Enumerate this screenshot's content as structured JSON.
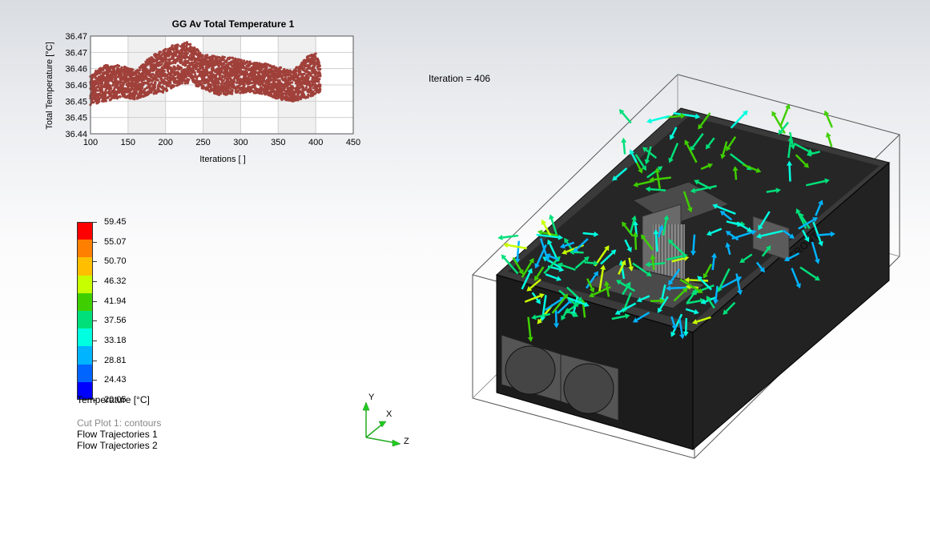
{
  "monitor": {
    "title": "GG Av Total Temperature 1",
    "x_label": "Iterations [ ]",
    "y_label": "Total Temperature [°C]"
  },
  "iteration_text": "Iteration = 406",
  "legend": {
    "title": "Temperature [°C]",
    "values": [
      "59.45",
      "55.07",
      "50.70",
      "46.32",
      "41.94",
      "37.56",
      "33.18",
      "28.81",
      "24.43",
      "20.05"
    ],
    "colors": [
      "#ff0000",
      "#ff7f00",
      "#ffbf00",
      "#c8ff00",
      "#3fcf00",
      "#00e07a",
      "#00ffe0",
      "#00b4ff",
      "#0064ff",
      "#0000ff"
    ]
  },
  "plots": [
    {
      "label": "Cut Plot 1: contours",
      "muted": true
    },
    {
      "label": "Flow Trajectories 1",
      "muted": false
    },
    {
      "label": "Flow Trajectories 2",
      "muted": false
    }
  ],
  "triad": {
    "x": "X",
    "y": "Y",
    "z": "Z"
  },
  "chart_data": {
    "type": "scatter",
    "title": "GG Av Total Temperature 1",
    "xlabel": "Iterations [ ]",
    "ylabel": "Total Temperature [°C]",
    "xlim": [
      100,
      450
    ],
    "ylim": [
      36.44,
      36.47
    ],
    "x_ticks": [
      "100",
      "150",
      "200",
      "250",
      "300",
      "350",
      "400",
      "450"
    ],
    "y_ticks": [
      "36.47",
      "36.47",
      "36.46",
      "36.46",
      "36.45",
      "36.45",
      "36.44"
    ],
    "grid": true,
    "series": [
      {
        "color": "#a0403a",
        "band": [
          {
            "x": 100,
            "ymin": 36.4489,
            "ymax": 36.4583
          },
          {
            "x": 120,
            "ymin": 36.45,
            "ymax": 36.4611
          },
          {
            "x": 140,
            "ymin": 36.4511,
            "ymax": 36.4611
          },
          {
            "x": 160,
            "ymin": 36.4506,
            "ymax": 36.4594
          },
          {
            "x": 180,
            "ymin": 36.4522,
            "ymax": 36.4639
          },
          {
            "x": 200,
            "ymin": 36.4528,
            "ymax": 36.4661
          },
          {
            "x": 210,
            "ymin": 36.4544,
            "ymax": 36.4672
          },
          {
            "x": 230,
            "ymin": 36.4556,
            "ymax": 36.4683
          },
          {
            "x": 250,
            "ymin": 36.4539,
            "ymax": 36.4644
          },
          {
            "x": 270,
            "ymin": 36.4517,
            "ymax": 36.4639
          },
          {
            "x": 290,
            "ymin": 36.4522,
            "ymax": 36.4633
          },
          {
            "x": 310,
            "ymin": 36.4528,
            "ymax": 36.4622
          },
          {
            "x": 330,
            "ymin": 36.4522,
            "ymax": 36.4617
          },
          {
            "x": 350,
            "ymin": 36.4506,
            "ymax": 36.4606
          },
          {
            "x": 370,
            "ymin": 36.45,
            "ymax": 36.4594
          },
          {
            "x": 390,
            "ymin": 36.4511,
            "ymax": 36.4639
          },
          {
            "x": 400,
            "ymin": 36.4517,
            "ymax": 36.465
          },
          {
            "x": 406,
            "ymin": 36.4528,
            "ymax": 36.4611
          }
        ]
      }
    ]
  }
}
